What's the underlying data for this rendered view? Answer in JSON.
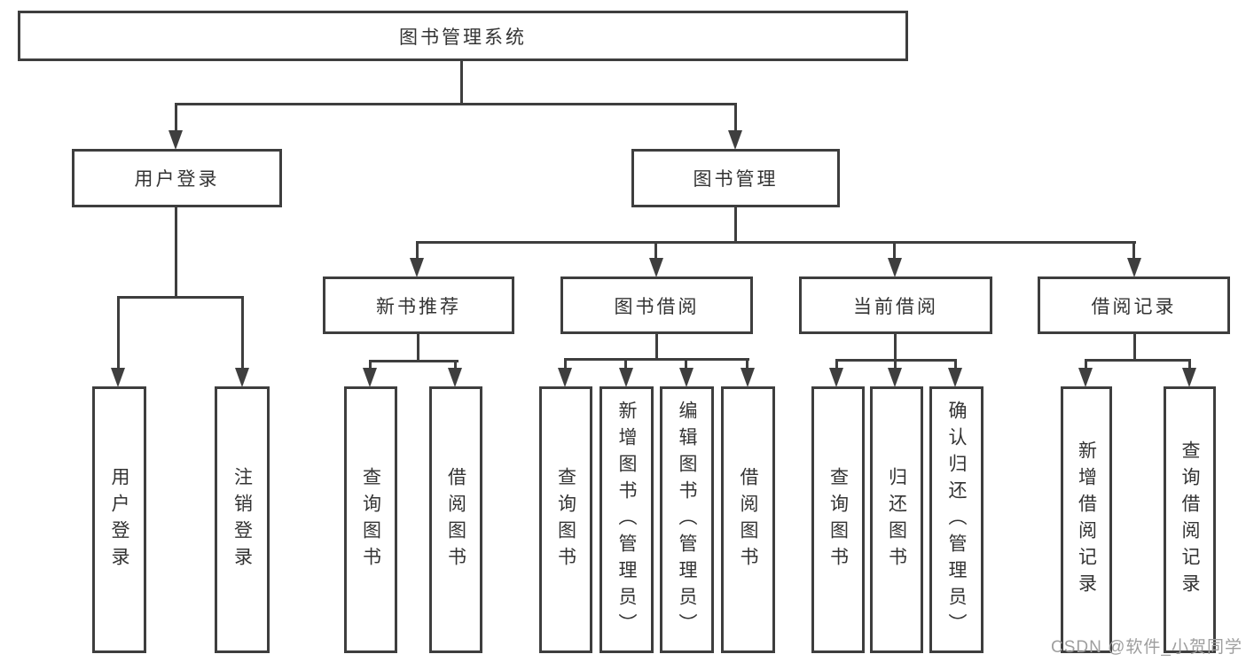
{
  "diagram": {
    "root": {
      "label": "图书管理系统"
    },
    "level2": [
      {
        "label": "用户登录"
      },
      {
        "label": "图书管理"
      }
    ],
    "level3": [
      {
        "label": "新书推荐",
        "parent": "图书管理"
      },
      {
        "label": "图书借阅",
        "parent": "图书管理"
      },
      {
        "label": "当前借阅",
        "parent": "图书管理"
      },
      {
        "label": "借阅记录",
        "parent": "图书管理"
      }
    ],
    "leaves": [
      {
        "label": "用户登录",
        "parent": "用户登录"
      },
      {
        "label": "注销登录",
        "parent": "用户登录"
      },
      {
        "label": "查询图书",
        "parent": "新书推荐"
      },
      {
        "label": "借阅图书",
        "parent": "新书推荐"
      },
      {
        "label": "查询图书",
        "parent": "图书借阅"
      },
      {
        "label": "新增图书（管理员）",
        "parent": "图书借阅"
      },
      {
        "label": "编辑图书（管理员）",
        "parent": "图书借阅"
      },
      {
        "label": "借阅图书",
        "parent": "图书借阅"
      },
      {
        "label": "查询图书",
        "parent": "当前借阅"
      },
      {
        "label": "归还图书",
        "parent": "当前借阅"
      },
      {
        "label": "确认归还（管理员）",
        "parent": "当前借阅"
      },
      {
        "label": "新增借阅记录",
        "parent": "借阅记录"
      },
      {
        "label": "查询借阅记录",
        "parent": "借阅记录"
      }
    ],
    "watermark": "CSDN @软件_小贺同学",
    "colors": {
      "line": "#3e3e3e",
      "text": "#333333",
      "watermark": "#9e9e9e",
      "background": "#ffffff"
    }
  }
}
